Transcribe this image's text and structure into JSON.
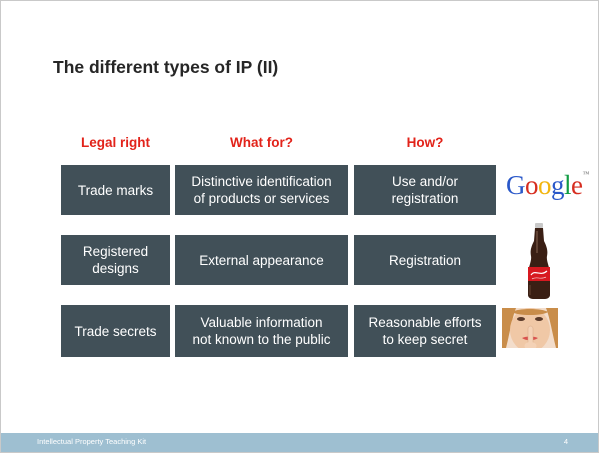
{
  "slide": {
    "title": "The different types of IP (II)",
    "columns": [
      "Legal right",
      "What for?",
      "How?"
    ],
    "rows": [
      {
        "right": "Trade marks",
        "purpose": "Distinctive identification\nof  products or services",
        "how": "Use and/or\nregistration",
        "image": "Google"
      },
      {
        "right": "Registered\ndesigns",
        "purpose": "External appearance",
        "how": "Registration",
        "image": "coca-cola-bottle"
      },
      {
        "right": "Trade secrets",
        "purpose": "Valuable information\nnot known to the public",
        "how": "Reasonable efforts\nto keep secret",
        "image": "secret-gesture-face"
      }
    ]
  },
  "logo": {
    "text": "Google",
    "letters": [
      "G",
      "o",
      "o",
      "g",
      "l",
      "e"
    ],
    "colors": [
      "#2a58c9",
      "#d62d20",
      "#f2b50f",
      "#2a58c9",
      "#119c43",
      "#d62d20"
    ]
  },
  "footer": {
    "text": "Intellectual  Property Teaching Kit",
    "page": "4"
  },
  "colors": {
    "cell_bg": "#415058",
    "heading_red": "#e2231a",
    "footer_bg": "#9ebfd1"
  }
}
